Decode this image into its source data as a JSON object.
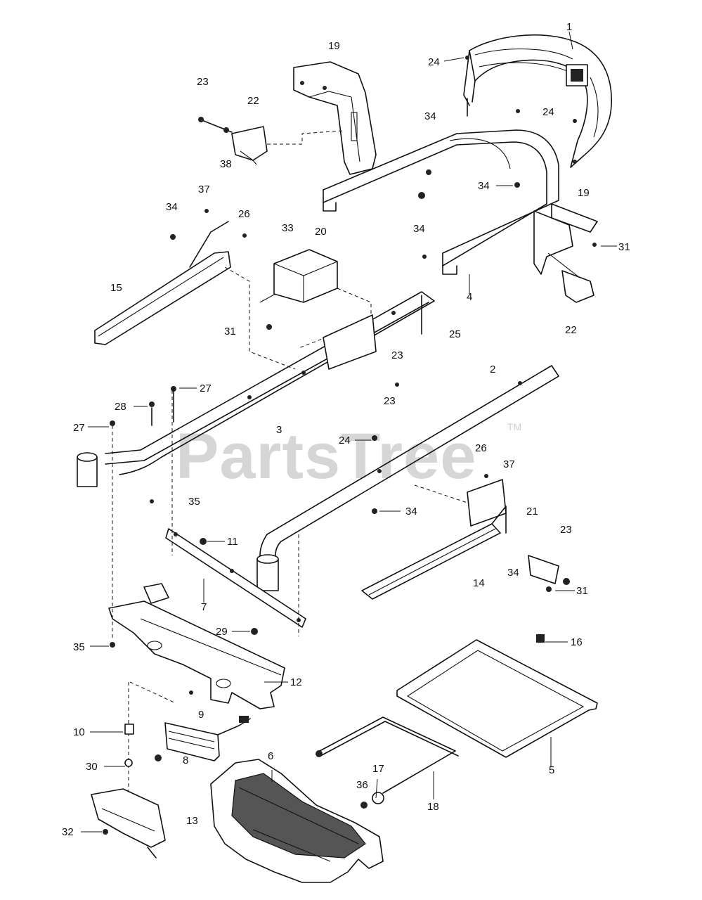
{
  "watermark": {
    "text": "PartsTree",
    "trademark": "TM"
  },
  "labels": [
    {
      "id": "l1",
      "text": "1"
    },
    {
      "id": "l2",
      "text": "2"
    },
    {
      "id": "l3",
      "text": "3"
    },
    {
      "id": "l4",
      "text": "4"
    },
    {
      "id": "l5",
      "text": "5"
    },
    {
      "id": "l6",
      "text": "6"
    },
    {
      "id": "l7",
      "text": "7"
    },
    {
      "id": "l8",
      "text": "8"
    },
    {
      "id": "l9",
      "text": "9"
    },
    {
      "id": "l10",
      "text": "10"
    },
    {
      "id": "l11",
      "text": "11"
    },
    {
      "id": "l12",
      "text": "12"
    },
    {
      "id": "l13",
      "text": "13"
    },
    {
      "id": "l14",
      "text": "14"
    },
    {
      "id": "l15",
      "text": "15"
    },
    {
      "id": "l16",
      "text": "16"
    },
    {
      "id": "l17",
      "text": "17"
    },
    {
      "id": "l18",
      "text": "18"
    },
    {
      "id": "l19a",
      "text": "19"
    },
    {
      "id": "l19b",
      "text": "19"
    },
    {
      "id": "l20",
      "text": "20"
    },
    {
      "id": "l21",
      "text": "21"
    },
    {
      "id": "l22a",
      "text": "22"
    },
    {
      "id": "l22b",
      "text": "22"
    },
    {
      "id": "l23a",
      "text": "23"
    },
    {
      "id": "l23b",
      "text": "23"
    },
    {
      "id": "l23c",
      "text": "23"
    },
    {
      "id": "l23d",
      "text": "23"
    },
    {
      "id": "l24a",
      "text": "24"
    },
    {
      "id": "l24b",
      "text": "24"
    },
    {
      "id": "l24c",
      "text": "24"
    },
    {
      "id": "l25",
      "text": "25"
    },
    {
      "id": "l26a",
      "text": "26"
    },
    {
      "id": "l26b",
      "text": "26"
    },
    {
      "id": "l27a",
      "text": "27"
    },
    {
      "id": "l27b",
      "text": "27"
    },
    {
      "id": "l28",
      "text": "28"
    },
    {
      "id": "l29",
      "text": "29"
    },
    {
      "id": "l30",
      "text": "30"
    },
    {
      "id": "l31a",
      "text": "31"
    },
    {
      "id": "l31b",
      "text": "31"
    },
    {
      "id": "l31c",
      "text": "31"
    },
    {
      "id": "l32",
      "text": "32"
    },
    {
      "id": "l33",
      "text": "33"
    },
    {
      "id": "l34a",
      "text": "34"
    },
    {
      "id": "l34b",
      "text": "34"
    },
    {
      "id": "l34c",
      "text": "34"
    },
    {
      "id": "l34d",
      "text": "34"
    },
    {
      "id": "l34e",
      "text": "34"
    },
    {
      "id": "l34f",
      "text": "34"
    },
    {
      "id": "l35a",
      "text": "35"
    },
    {
      "id": "l35b",
      "text": "35"
    },
    {
      "id": "l36",
      "text": "36"
    },
    {
      "id": "l37a",
      "text": "37"
    },
    {
      "id": "l37b",
      "text": "37"
    },
    {
      "id": "l38",
      "text": "38"
    }
  ]
}
